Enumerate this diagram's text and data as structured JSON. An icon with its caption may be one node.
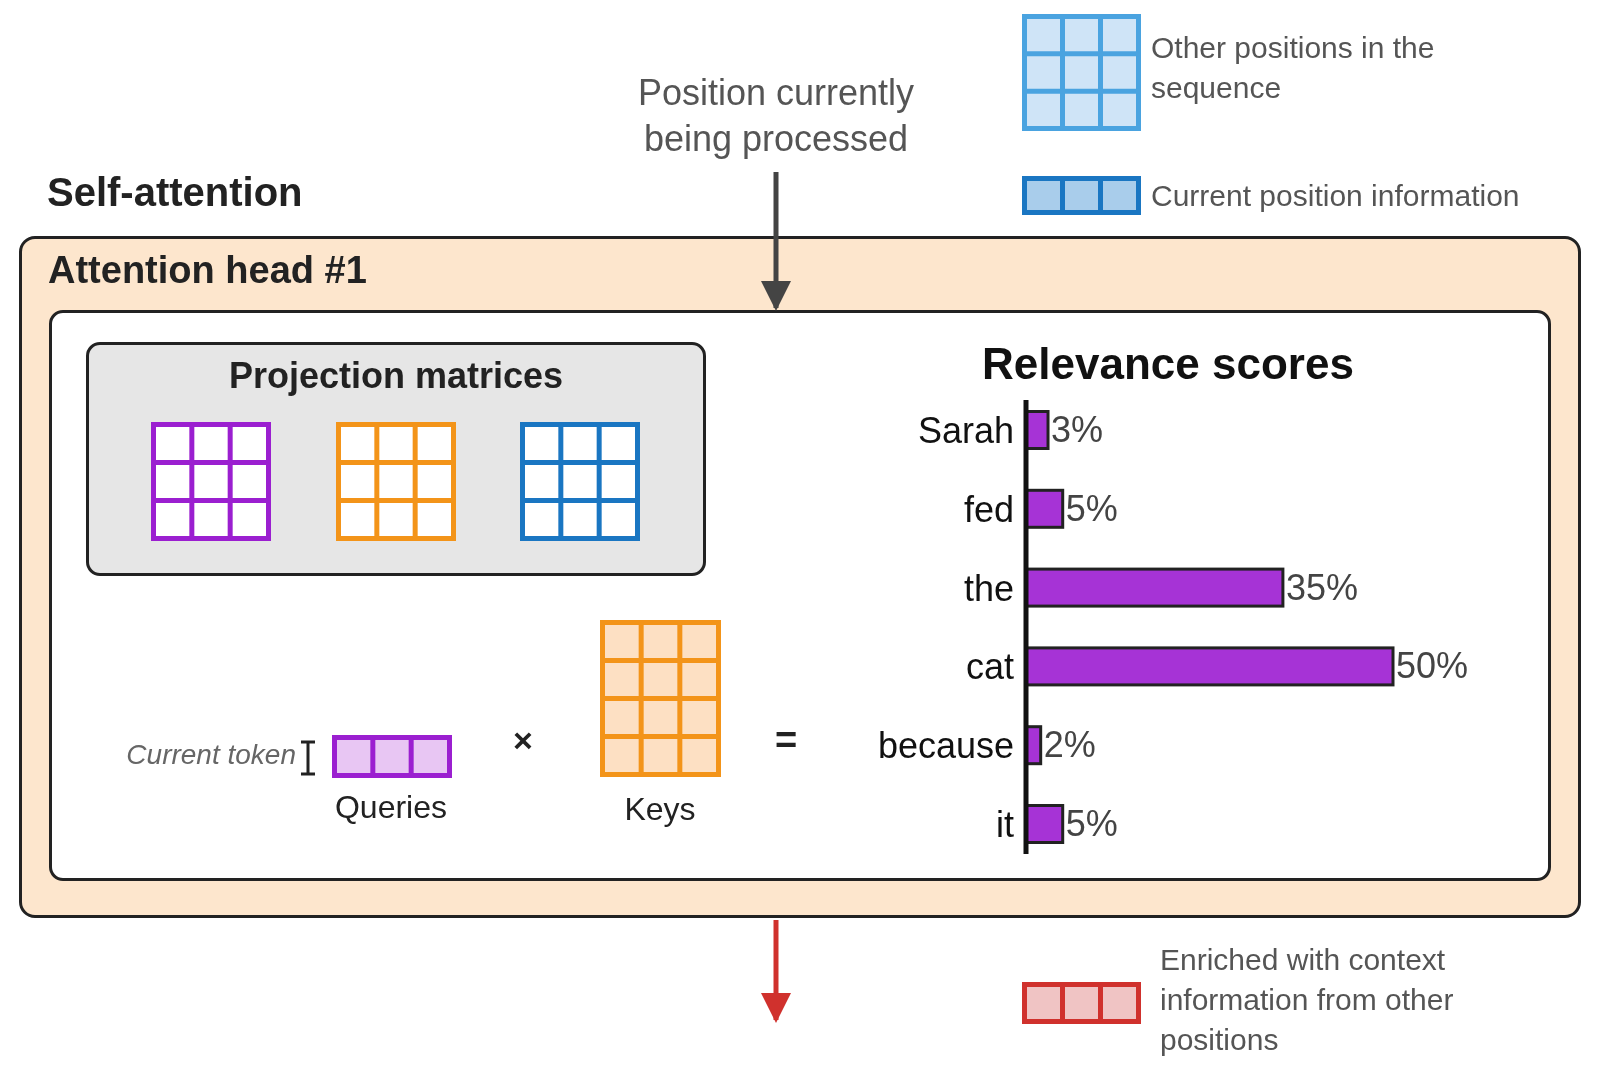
{
  "diagram": {
    "title": "Self-attention",
    "nodes": [
      {
        "text": [
          "Position currently being processed"
        ]
      },
      {
        "text": [
          "Attention head #1"
        ]
      },
      {
        "text": [],
        "shape": "box",
        "in": 1
      },
      {
        "text": [
          "Projection matrices"
        ],
        "in": 2
      }
    ],
    "edges": [
      {
        "from": 0,
        "to": 2,
        "arrow": "to"
      },
      {
        "from": 1,
        "to": null,
        "arrow": "to",
        "color": "#d0312d"
      }
    ],
    "labels": [
      "Current token",
      "Queries",
      "×",
      "Keys",
      "="
    ],
    "legend": [
      {
        "text": "Other positions in the sequence",
        "color": "#cfe4f7"
      },
      {
        "text": "Current position information",
        "color": "#a9cdeb"
      },
      {
        "text": "Enriched with context information from other positions",
        "color": "#f0c4c4"
      }
    ],
    "chart_data": {
      "type": "bar",
      "orientation": "horizontal",
      "title": "Relevance scores",
      "categories": [
        "Sarah",
        "fed",
        "the",
        "cat",
        "because",
        "it"
      ],
      "series": [
        {
          "color": "#a633d6",
          "values": [
            3,
            5,
            35,
            50,
            2,
            5
          ]
        }
      ],
      "data_labels": true,
      "value_labels": [
        "3%",
        "5%",
        "35%",
        "50%",
        "2%",
        "5%"
      ]
    }
  }
}
